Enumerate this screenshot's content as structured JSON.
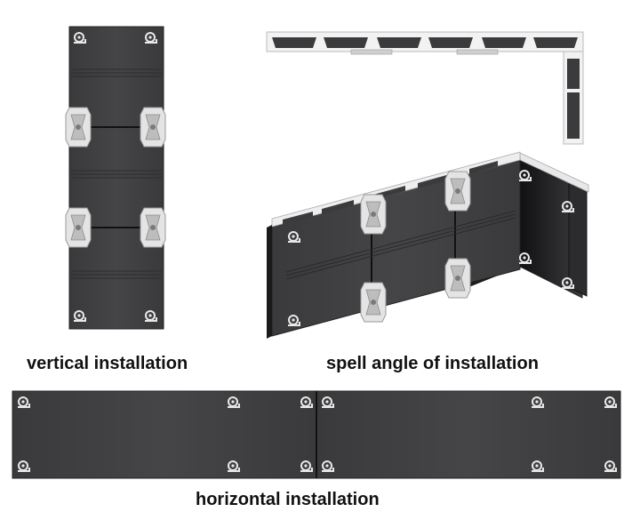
{
  "labels": {
    "vertical": "vertical installation",
    "spell_angle": "spell angle of installation",
    "horizontal": "horizontal installation"
  },
  "colors": {
    "panel": "#3e3e40",
    "panel_dark": "#2a2a2c",
    "edge": "#1d1d1f",
    "bracket": "#e6e6e6",
    "bracket_shadow": "#b8b8b8"
  },
  "icons": [
    "lock-latch-icon",
    "corner-bracket-icon"
  ]
}
